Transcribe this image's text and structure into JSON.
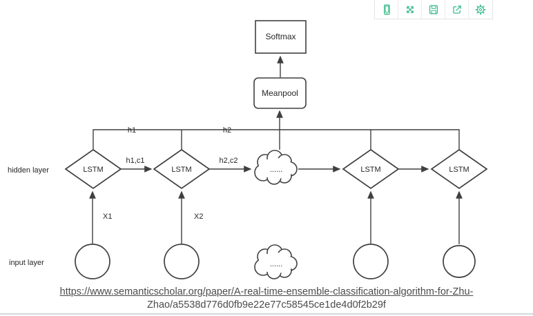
{
  "toolbar": {
    "accent_color": "#3dbd8e",
    "icons": [
      "mobile-preview",
      "fullscreen",
      "save",
      "export",
      "settings"
    ]
  },
  "diagram": {
    "line_color": "#3f3f3f",
    "output_nodes": {
      "softmax": "Softmax",
      "meanpool": "Meanpool"
    },
    "layer_labels": {
      "hidden": "hidden layer",
      "input": "input layer"
    },
    "hidden_nodes": [
      "LSTM",
      "LSTM",
      "......",
      "LSTM",
      "LSTM"
    ],
    "input_nodes": {
      "dots": "......"
    },
    "edge_labels": {
      "h1": "h1",
      "h2": "h2",
      "h1c1": "h1,c1",
      "h2c2": "h2,c2",
      "x1": "X1",
      "x2": "X2"
    }
  },
  "link": {
    "line1": "https://www.semanticscholar.org/paper/A-real-time-ensemble-classification-algorithm-for-Zhu-",
    "line2": "Zhao/a5538d776d0fb9e22e77c58545ce1de4d0f2b29f"
  }
}
